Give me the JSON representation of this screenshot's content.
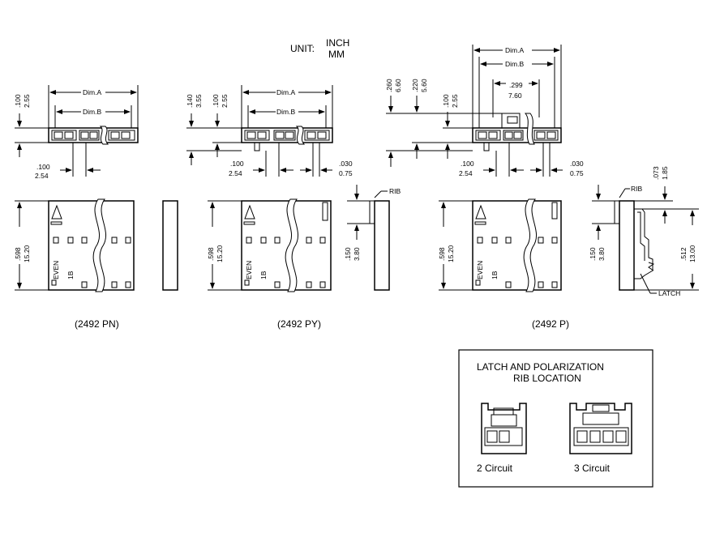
{
  "unit": {
    "label": "UNIT:",
    "inch": "INCH",
    "mm": "MM"
  },
  "dims": {
    "dim_a": "Dim.A",
    "dim_b": "Dim.B",
    "v100_in": ".100",
    "v100_mm": "2.55",
    "v140_in": ".140",
    "v140_mm": "3.55",
    "v260_in": ".260",
    "v260_mm": "6.60",
    "v220_in": ".220",
    "v220_mm": "5.60",
    "pitch_in": ".100",
    "pitch_mm": "2.54",
    "v030_in": ".030",
    "v030_mm": "0.75",
    "v299_in": ".299",
    "v299_mm": "7.60",
    "v598_in": ".598",
    "v598_mm": "15.20",
    "v150_in": ".150",
    "v150_mm": "3.80",
    "v073_in": ".073",
    "v073_mm": "1.85",
    "v512_in": ".512",
    "v512_mm": "13.00"
  },
  "labels": {
    "rib": "RIB",
    "latch": "LATCH",
    "marking_even": "EVEN",
    "marking_1b": "1B"
  },
  "captions": {
    "pn": "(2492 PN)",
    "py": "(2492 PY)",
    "p": "(2492 P)"
  },
  "inset": {
    "title_line1": "LATCH AND POLARIZATION",
    "title_line2": "RIB LOCATION",
    "two_circuit": "2 Circuit",
    "three_circuit": "3 Circuit"
  }
}
